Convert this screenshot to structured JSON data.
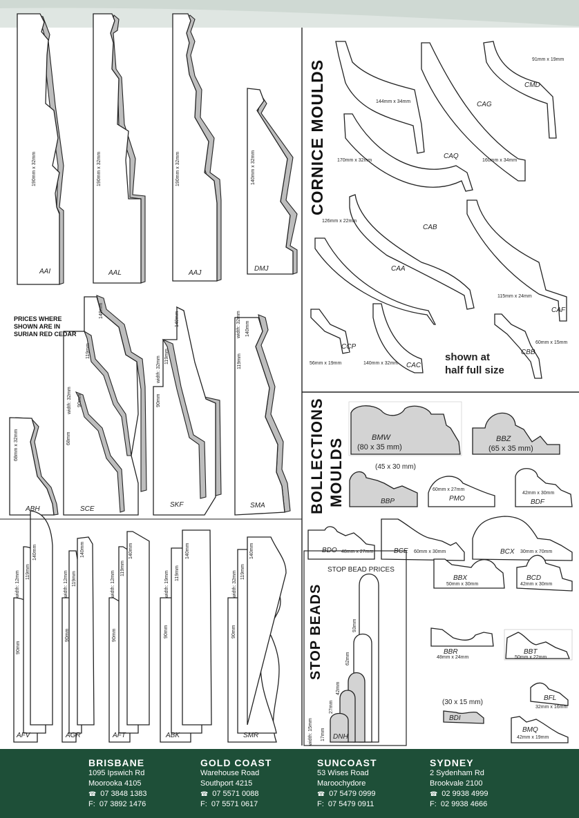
{
  "profiles_top": [
    {
      "code": "AAI",
      "dim": "190mm x 32mm"
    },
    {
      "code": "AAL",
      "dim": "190mm x 32mm"
    },
    {
      "code": "AAJ",
      "dim": "190mm x 32mm"
    },
    {
      "code": "DMJ",
      "dim": "140mm x 32mm"
    }
  ],
  "prices_note": [
    "PRICES WHERE",
    "SHOWN ARE IN",
    "SURIAN RED CEDAR"
  ],
  "profiles_mid": [
    {
      "code": "ABH",
      "dims": [
        "68mm x 32mm"
      ]
    },
    {
      "code": "SCE",
      "dims": [
        "140mm",
        "119mm",
        "width: 32mm",
        "90mm",
        "68mm"
      ]
    },
    {
      "code": "SKF",
      "dims": [
        "140mm",
        "119mm",
        "width: 32mm",
        "90mm"
      ]
    },
    {
      "code": "SMA",
      "dims": [
        "width: 32mm",
        "140mm",
        "119mm"
      ]
    }
  ],
  "profiles_bottom": [
    {
      "code": "AFV",
      "dims": [
        "140mm",
        "119mm",
        "width: 12mm",
        "90mm"
      ]
    },
    {
      "code": "AGR",
      "dims": [
        "140mm",
        "119mm",
        "width: 12mm",
        "90mm"
      ]
    },
    {
      "code": "AFT",
      "dims": [
        "140mm",
        "119mm",
        "width: 12mm",
        "90mm"
      ]
    },
    {
      "code": "ABK",
      "dims": [
        "140mm",
        "119mm",
        "width: 19mm",
        "90mm"
      ]
    },
    {
      "code": "SMR",
      "dims": [
        "140mm",
        "119mm",
        "width: 32mm",
        "90mm"
      ]
    }
  ],
  "cornice": {
    "title": "CORNICE MOULDS",
    "items": [
      {
        "code": "CMD",
        "dim": "91mm x 19mm"
      },
      {
        "code": "CAG",
        "dim": "160mm x 34mm"
      },
      {
        "code": "CAQ",
        "dim": "144mm x 34mm"
      },
      {
        "code": "CAB",
        "dim": "170mm x 32mm"
      },
      {
        "code": "CAA",
        "dim": "126mm x 22mm"
      },
      {
        "code": "CAF",
        "dim": "115mm x 24mm"
      },
      {
        "code": "CCP",
        "dim": "56mm x 19mm"
      },
      {
        "code": "CAC",
        "dim": "140mm x 32mm"
      },
      {
        "code": "CBB",
        "dim": "60mm x 15mm"
      }
    ],
    "note": [
      "shown at",
      "half full size"
    ]
  },
  "bollections": {
    "title": [
      "BOLLECTIONS",
      "MOULDS"
    ],
    "items": [
      {
        "code": "BMW",
        "dim": "(80 x 35 mm)"
      },
      {
        "code": "BBZ",
        "dim": "(65 x 35 mm)"
      },
      {
        "code": "BBP",
        "dim": "(45 x 30 mm)"
      },
      {
        "code": "PMO",
        "dim": "60mm x 27mm"
      },
      {
        "code": "BDF",
        "dim": "42mm x 30mm"
      },
      {
        "code": "BDO",
        "dim": "48mm x 27mm"
      },
      {
        "code": "BCE",
        "dim": "60mm x 30mm"
      },
      {
        "code": "BCX",
        "dim": "30mm x 70mm"
      },
      {
        "code": "BBX",
        "dim": "50mm x 30mm"
      },
      {
        "code": "BCD",
        "dim": "42mm x 30mm"
      },
      {
        "code": "BBR",
        "dim": "48mm x 24mm"
      },
      {
        "code": "BBT",
        "dim": "50mm x 22mm"
      },
      {
        "code": "BDI",
        "dim": "(30 x 15 mm)"
      },
      {
        "code": "BFL",
        "dim": "32mm x 16mm"
      },
      {
        "code": "BMQ",
        "dim": "42mm x 19mm"
      }
    ]
  },
  "stop_beads": {
    "title": "STOP BEADS",
    "prices_label": "STOP BEAD PRICES",
    "code": "DNH",
    "dims": [
      "93mm",
      "62mm",
      "42mm",
      "27mm",
      "17mm",
      "width: 15mm"
    ]
  },
  "offices": [
    {
      "city": "BRISBANE",
      "line1": "1095 Ipswich Rd",
      "line2": "Moorooka 4105",
      "phone": "07 3848 1383",
      "fax": "07 3892 1476"
    },
    {
      "city": "GOLD COAST",
      "line1": "Warehouse Road",
      "line2": "Southport 4215",
      "phone": "07 5571 0088",
      "fax": "07 5571 0617"
    },
    {
      "city": "SUNCOAST",
      "line1": "53 Wises Road",
      "line2": "Maroochydore",
      "phone": "07 5479 0999",
      "fax": "07 5479 0911"
    },
    {
      "city": "SYDNEY",
      "line1": "2 Sydenham Rd",
      "line2": "Brookvale 2100",
      "phone": "02 9938 4999",
      "fax": "02 9938 4666"
    }
  ],
  "phone_icon": "telephone-icon",
  "fax_prefix": "F:",
  "colors": {
    "footer": "#1e4f38",
    "top_band": "#dfe6e2",
    "profile_fill": "#d3d3d3"
  }
}
